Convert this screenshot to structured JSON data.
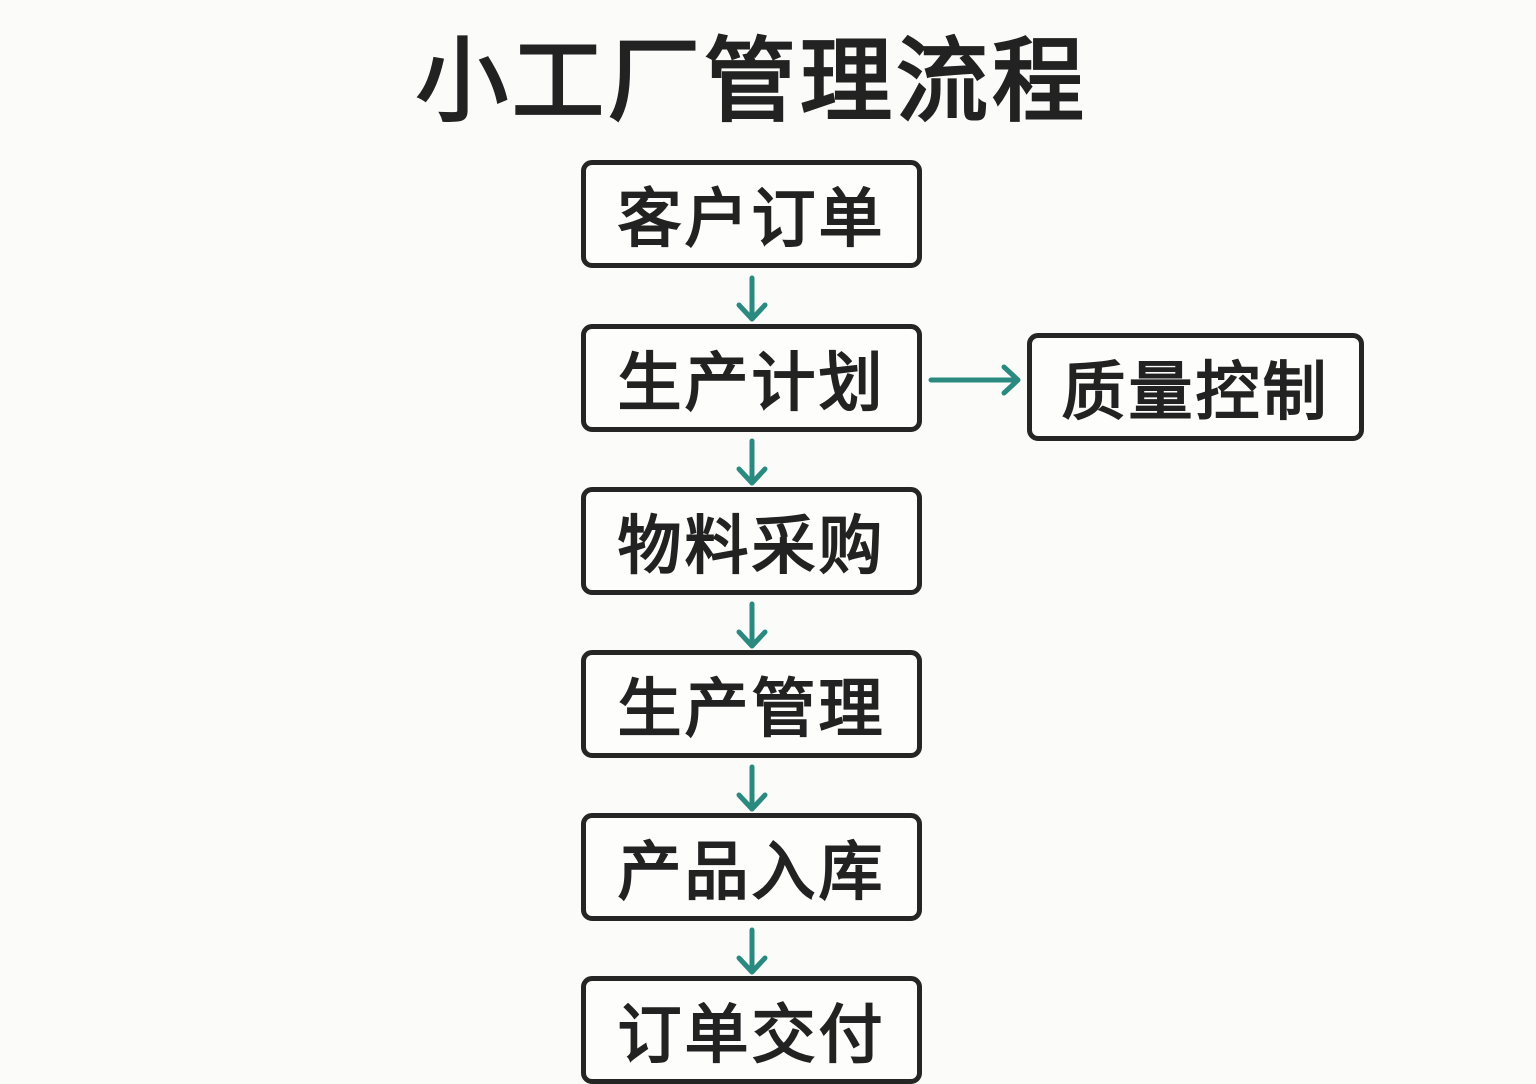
{
  "title": "小工厂管理流程",
  "steps": [
    "客户订单",
    "生产计划",
    "物料采购",
    "生产管理",
    "产品入库",
    "订单交付"
  ],
  "side_step": "质量控制",
  "colors": {
    "arrow": "#2a8a80",
    "border": "#252525",
    "background": "#fbfbf9"
  }
}
